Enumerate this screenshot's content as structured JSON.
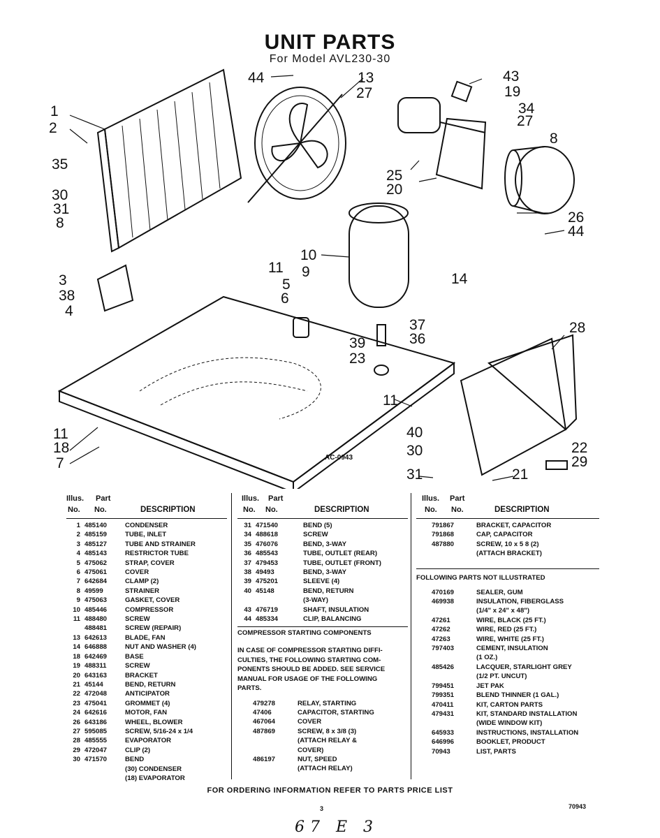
{
  "header": {
    "title": "UNIT PARTS",
    "subtitle": "For Model AVL230-30"
  },
  "diagram": {
    "code": "AC-0943",
    "callouts": [
      "44",
      "13",
      "27",
      "43",
      "19",
      "34",
      "27",
      "8",
      "1",
      "2",
      "35",
      "30",
      "31",
      "8",
      "3",
      "38",
      "4",
      "25",
      "20",
      "26",
      "44",
      "10",
      "11",
      "9",
      "5",
      "6",
      "14",
      "37",
      "36",
      "28",
      "39",
      "23",
      "11",
      "11",
      "18",
      "7",
      "40",
      "30",
      "31",
      "22",
      "29",
      "21"
    ]
  },
  "table_headings": {
    "illus": "Illus.",
    "part": "Part",
    "no1": "No.",
    "no2": "No.",
    "description": "DESCRIPTION"
  },
  "col1": [
    {
      "i": "1",
      "p": "485140",
      "d": "CONDENSER"
    },
    {
      "i": "2",
      "p": "485159",
      "d": "TUBE, INLET"
    },
    {
      "i": "3",
      "p": "485127",
      "d": "TUBE AND STRAINER"
    },
    {
      "i": "4",
      "p": "485143",
      "d": "RESTRICTOR TUBE"
    },
    {
      "i": "5",
      "p": "475062",
      "d": "STRAP, COVER"
    },
    {
      "i": "6",
      "p": "475061",
      "d": "COVER"
    },
    {
      "i": "7",
      "p": "642684",
      "d": "CLAMP (2)"
    },
    {
      "i": "8",
      "p": "49599",
      "d": "STRAINER"
    },
    {
      "i": "9",
      "p": "475063",
      "d": "GASKET, COVER"
    },
    {
      "i": "10",
      "p": "485446",
      "d": "COMPRESSOR"
    },
    {
      "i": "11",
      "p": "488480",
      "d": "SCREW"
    },
    {
      "i": "",
      "p": "488481",
      "d": "SCREW (REPAIR)"
    },
    {
      "i": "13",
      "p": "642613",
      "d": "BLADE, FAN"
    },
    {
      "i": "14",
      "p": "646888",
      "d": "NUT AND WASHER (4)"
    },
    {
      "i": "18",
      "p": "642469",
      "d": "BASE"
    },
    {
      "i": "19",
      "p": "488311",
      "d": "SCREW"
    },
    {
      "i": "20",
      "p": "643163",
      "d": "BRACKET"
    },
    {
      "i": "21",
      "p": "45144",
      "d": "BEND, RETURN"
    },
    {
      "i": "22",
      "p": "472048",
      "d": "ANTICIPATOR"
    },
    {
      "i": "23",
      "p": "475041",
      "d": "GROMMET (4)"
    },
    {
      "i": "24",
      "p": "642616",
      "d": "MOTOR, FAN"
    },
    {
      "i": "26",
      "p": "643186",
      "d": "WHEEL, BLOWER"
    },
    {
      "i": "27",
      "p": "595085",
      "d": "SCREW, 5/16-24 x 1/4"
    },
    {
      "i": "28",
      "p": "485555",
      "d": "EVAPORATOR"
    },
    {
      "i": "29",
      "p": "472047",
      "d": "CLIP (2)"
    },
    {
      "i": "30",
      "p": "471570",
      "d": "BEND"
    },
    {
      "i": "",
      "p": "",
      "d": "(30) CONDENSER"
    },
    {
      "i": "",
      "p": "",
      "d": "(18) EVAPORATOR"
    }
  ],
  "col2": [
    {
      "i": "31",
      "p": "471540",
      "d": "BEND (5)"
    },
    {
      "i": "34",
      "p": "488618",
      "d": "SCREW"
    },
    {
      "i": "35",
      "p": "476076",
      "d": "BEND, 3-WAY"
    },
    {
      "i": "36",
      "p": "485543",
      "d": "TUBE, OUTLET (REAR)"
    },
    {
      "i": "37",
      "p": "479453",
      "d": "TUBE, OUTLET (FRONT)"
    },
    {
      "i": "38",
      "p": "49493",
      "d": "BEND, 3-WAY"
    },
    {
      "i": "39",
      "p": "475201",
      "d": "SLEEVE (4)"
    },
    {
      "i": "40",
      "p": "45148",
      "d": "BEND, RETURN"
    },
    {
      "i": "",
      "p": "",
      "d": "(3-WAY)"
    },
    {
      "i": "43",
      "p": "476719",
      "d": "SHAFT, INSULATION"
    },
    {
      "i": "44",
      "p": "485334",
      "d": "CLIP, BALANCING"
    }
  ],
  "col2_section": {
    "title": "COMPRESSOR STARTING COMPONENTS",
    "note": [
      "IN CASE OF COMPRESSOR STARTING DIFFI-",
      "CULTIES, THE FOLLOWING STARTING COM-",
      "PONENTS SHOULD BE ADDED. SEE SERVICE",
      "MANUAL FOR USAGE OF THE FOLLOWING",
      "PARTS."
    ],
    "items": [
      {
        "p": "479278",
        "d": "RELAY, STARTING"
      },
      {
        "p": "47406",
        "d": "CAPACITOR, STARTING"
      },
      {
        "p": "467064",
        "d": "COVER"
      },
      {
        "p": "487869",
        "d": "SCREW, 8 x 3/8 (3)"
      },
      {
        "p": "",
        "d": "(ATTACH RELAY &"
      },
      {
        "p": "",
        "d": "COVER)"
      },
      {
        "p": "486197",
        "d": "NUT, SPEED"
      },
      {
        "p": "",
        "d": "(ATTACH RELAY)"
      }
    ]
  },
  "col3": [
    {
      "p": "791867",
      "d": "BRACKET, CAPACITOR"
    },
    {
      "p": "791868",
      "d": "CAP, CAPACITOR"
    },
    {
      "p": "487880",
      "d": "SCREW, 10 x 5 8 (2)"
    },
    {
      "p": "",
      "d": "(ATTACH BRACKET)"
    }
  ],
  "col3_section": {
    "title": "FOLLOWING PARTS NOT ILLUSTRATED",
    "items": [
      {
        "p": "470169",
        "d": "SEALER, GUM"
      },
      {
        "p": "469938",
        "d": "INSULATION, FIBERGLASS"
      },
      {
        "p": "",
        "d": "(1/4\" x 24\" x 48\")"
      },
      {
        "p": "47261",
        "d": "WIRE, BLACK (25 FT.)"
      },
      {
        "p": "47262",
        "d": "WIRE, RED (25 FT.)"
      },
      {
        "p": "47263",
        "d": "WIRE, WHITE (25 FT.)"
      },
      {
        "p": "797403",
        "d": "CEMENT, INSULATION"
      },
      {
        "p": "",
        "d": "(1 OZ.)"
      },
      {
        "p": "485426",
        "d": "LACQUER, STARLIGHT GREY"
      },
      {
        "p": "",
        "d": "(1/2 PT. UNCUT)"
      },
      {
        "p": "799451",
        "d": "JET PAK"
      },
      {
        "p": "799351",
        "d": "BLEND THINNER (1 GAL.)"
      },
      {
        "p": "470411",
        "d": "KIT, CARTON PARTS"
      },
      {
        "p": "479431",
        "d": "KIT, STANDARD INSTALLATION"
      },
      {
        "p": "",
        "d": "(WIDE WINDOW KIT)"
      },
      {
        "p": "645933",
        "d": "INSTRUCTIONS, INSTALLATION"
      },
      {
        "p": "646996",
        "d": "BOOKLET, PRODUCT"
      },
      {
        "p": "70943",
        "d": "LIST, PARTS"
      }
    ]
  },
  "footer": {
    "ordering": "FOR ORDERING INFORMATION REFER TO PARTS PRICE LIST",
    "page": "3",
    "doc_code": "70943",
    "handwritten": "67 E 3"
  },
  "colors": {
    "ink": "#111111",
    "paper": "#ffffff"
  }
}
